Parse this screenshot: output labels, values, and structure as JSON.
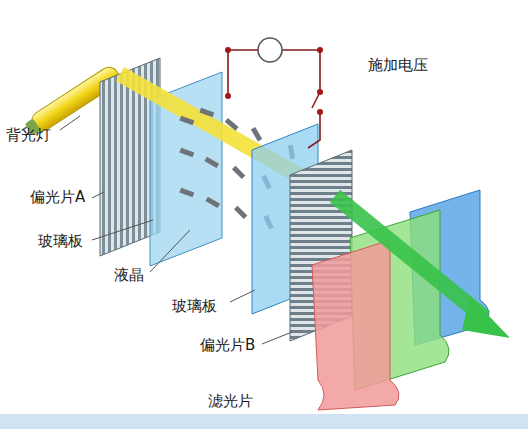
{
  "diagram": {
    "labels": [
      "施加电压",
      "背光灯",
      "偏光片A",
      "玻璃板",
      "液晶",
      "玻璃板",
      "偏光片B",
      "滤光片"
    ]
  }
}
